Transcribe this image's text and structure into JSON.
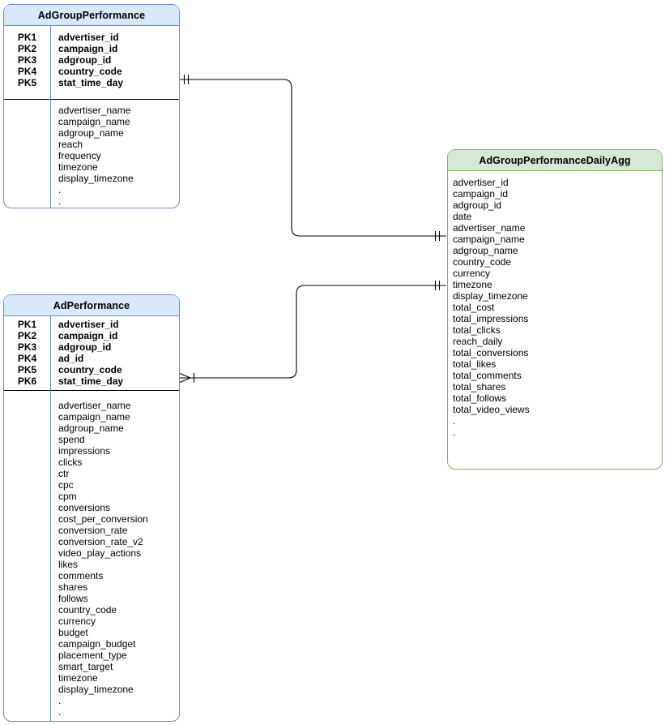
{
  "diagram_type": "entity-relationship",
  "colors": {
    "blue_table_header_fill": "#dae8fc",
    "blue_table_border": "#6c8ebf",
    "green_table_header_fill": "#d5e8d4",
    "green_table_border": "#82b366",
    "relationship_line": "#000000",
    "background": "#ffffff"
  },
  "tables": [
    {
      "name": "AdGroupPerformance",
      "accent": "blue",
      "primary_keys": [
        {
          "key": "PK1",
          "field": "advertiser_id"
        },
        {
          "key": "PK2",
          "field": "campaign_id"
        },
        {
          "key": "PK3",
          "field": "adgroup_id"
        },
        {
          "key": "PK4",
          "field": "country_code"
        },
        {
          "key": "PK5",
          "field": "stat_time_day"
        }
      ],
      "fields": [
        "advertiser_name",
        "campaign_name",
        "adgroup_name",
        "reach",
        "frequency",
        "timezone",
        "display_timezone",
        ".",
        "."
      ]
    },
    {
      "name": "AdPerformance",
      "accent": "blue",
      "primary_keys": [
        {
          "key": "PK1",
          "field": "advertiser_id"
        },
        {
          "key": "PK2",
          "field": "campaign_id"
        },
        {
          "key": "PK3",
          "field": "adgroup_id"
        },
        {
          "key": "PK4",
          "field": "ad_id"
        },
        {
          "key": "PK5",
          "field": "country_code"
        },
        {
          "key": "PK6",
          "field": "stat_time_day"
        }
      ],
      "fields": [
        "advertiser_name",
        "campaign_name",
        "adgroup_name",
        "spend",
        "impressions",
        "clicks",
        "ctr",
        "cpc",
        "cpm",
        "conversions",
        "cost_per_conversion",
        "conversion_rate",
        "conversion_rate_v2",
        "video_play_actions",
        "likes",
        "comments",
        "shares",
        "follows",
        "country_code",
        "currency",
        "budget",
        "campaign_budget",
        "placement_type",
        "smart_target",
        "timezone",
        "display_timezone",
        ".",
        "."
      ]
    },
    {
      "name": "AdGroupPerformanceDailyAgg",
      "accent": "green",
      "primary_keys": [],
      "fields": [
        "advertiser_id",
        "campaign_id",
        "adgroup_id",
        "date",
        "advertiser_name",
        "campaign_name",
        "adgroup_name",
        "country_code",
        "currency",
        "timezone",
        "display_timezone",
        "total_cost",
        "total_impressions",
        "total_clicks",
        "reach_daily",
        "total_conversions",
        "total_likes",
        "total_comments",
        "total_shares",
        "total_follows",
        "total_video_views",
        ".",
        "."
      ]
    }
  ],
  "relationships": [
    {
      "from": "AdGroupPerformance",
      "to": "AdGroupPerformanceDailyAgg",
      "from_cardinality": "one-and-only-one",
      "to_cardinality": "one-and-only-one"
    },
    {
      "from": "AdPerformance",
      "to": "AdGroupPerformanceDailyAgg",
      "from_cardinality": "one-or-many",
      "to_cardinality": "one-and-only-one"
    }
  ]
}
